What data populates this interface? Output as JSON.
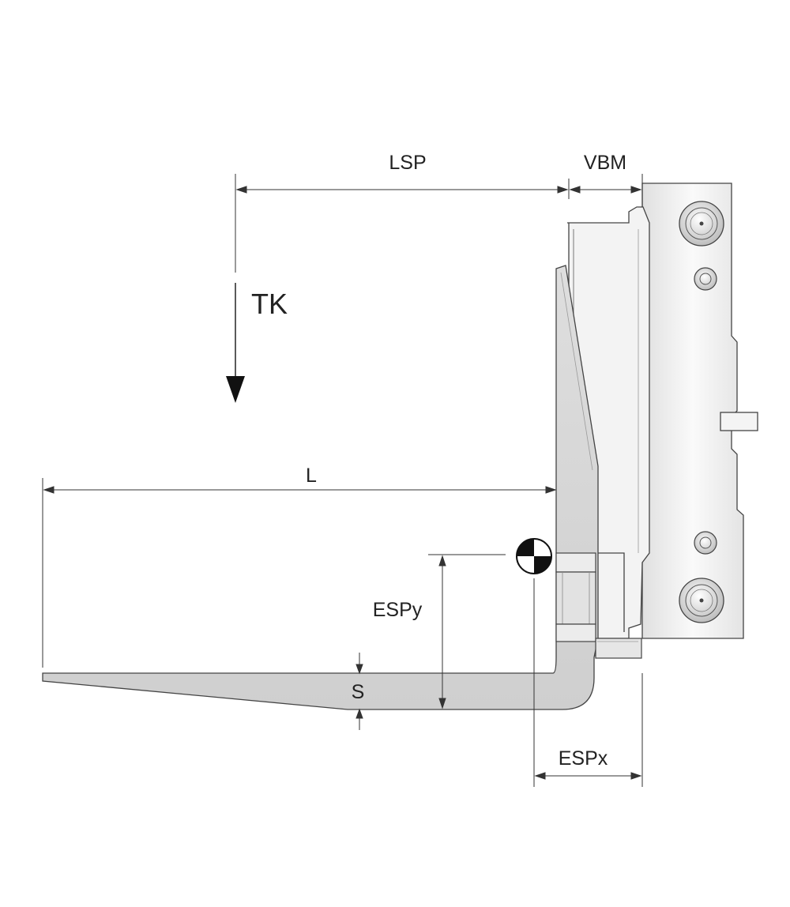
{
  "labels": {
    "lsp": "LSP",
    "vbm": "VBM",
    "tk": "TK",
    "l": "L",
    "espy": "ESPy",
    "s": "S",
    "espx": "ESPx"
  },
  "colors": {
    "line": "#333333",
    "fork_fill": "#d9d9d9",
    "carriage_fill": "#f2f2f2",
    "plate_fill": "#e6e6e6"
  }
}
